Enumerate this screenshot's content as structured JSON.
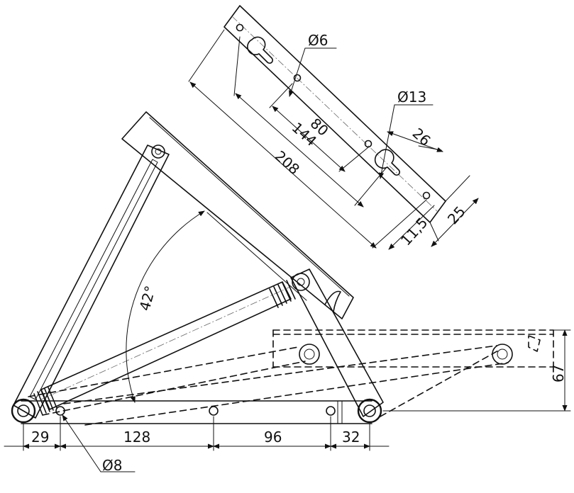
{
  "diagram": {
    "dimensions": {
      "d29": "29",
      "d128": "128",
      "d96": "96",
      "d32": "32",
      "d67": "67",
      "d208": "208",
      "d144": "144",
      "d80": "80",
      "d26": "26",
      "d25": "25",
      "d11_5": "11,5",
      "phi6": "Ø6",
      "phi13": "Ø13",
      "phi8": "Ø8",
      "angle": "42°"
    }
  }
}
